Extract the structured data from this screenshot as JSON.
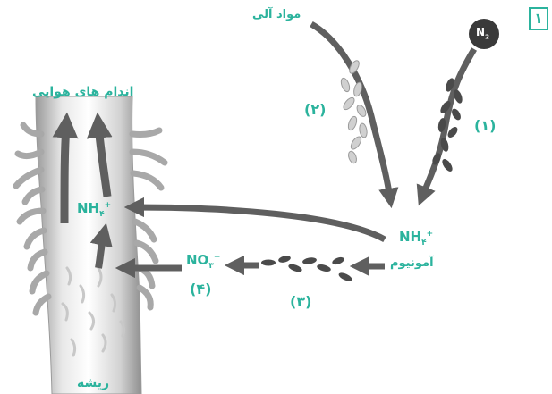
{
  "figure_number": "۱",
  "n2": {
    "text": "N",
    "sub": "2"
  },
  "labels": {
    "organic_matter": "مواد آلی",
    "aerial_organs": "اندام های هوایی",
    "root": "ریشه",
    "ammonium": "آمونیوم",
    "nh4": "NH",
    "nh4_sub": "۴",
    "nh4_sup": "+",
    "no3": "NO",
    "no3_sub": "۳",
    "no3_sup": "−"
  },
  "steps": {
    "s1": "(۱)",
    "s2": "(۲)",
    "s3": "(۳)",
    "s4": "(۴)"
  },
  "colors": {
    "accent": "#2bb39d",
    "arrow": "#5f5f5f",
    "bacteria": "#4a4a4a",
    "organic_bacteria": "#c9c9c9",
    "n2_circle": "#3a3a3a"
  }
}
